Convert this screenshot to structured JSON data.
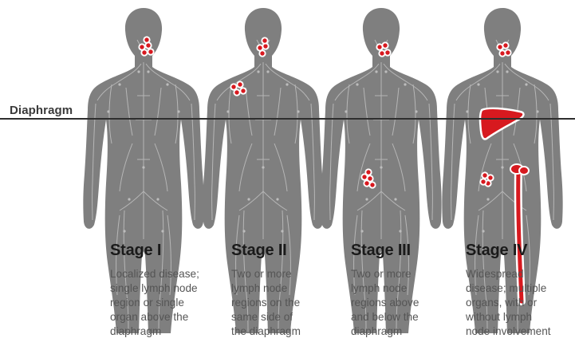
{
  "diaphragm_label": "Diaphragm",
  "colors": {
    "body": "#7f7f7f",
    "vessels": "#bdbdbd",
    "nodes": "#d7191f",
    "diaphragm_line": "#2e2e2e"
  },
  "stages": [
    {
      "title": "Stage I",
      "description": "Localized disease;\nsingle lymph node\nregion or single\norgan above the\ndiaphragm"
    },
    {
      "title": "Stage II",
      "description": "Two or more\nlymph node\nregions on the\nsame side of\nthe diaphragm"
    },
    {
      "title": "Stage III",
      "description": "Two or more\nlymph node\nregions above\nand below the\ndiaphragm"
    },
    {
      "title": "Stage IV",
      "description": "Widespread\ndisease; multiple\norgans, with or\nwithout lymph\nnode involvement"
    }
  ]
}
